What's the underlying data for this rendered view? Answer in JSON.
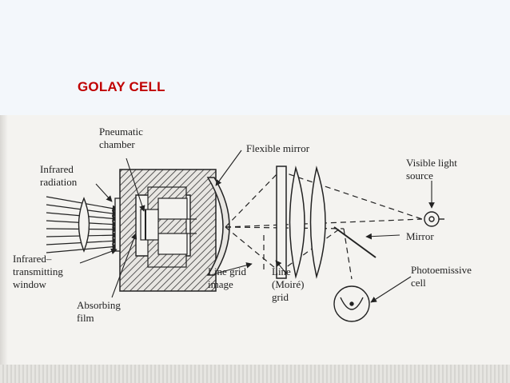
{
  "slide": {
    "title": "GOLAY CELL",
    "title_color": "#c00000"
  },
  "diagram": {
    "labels": {
      "pneumatic_chamber": [
        "Pneumatic",
        "chamber"
      ],
      "infrared_radiation": [
        "Infrared",
        "radiation"
      ],
      "flexible_mirror": "Flexible mirror",
      "visible_light_source": [
        "Visible light",
        "source"
      ],
      "mirror": "Mirror",
      "infrared_window": [
        "Infrared–",
        "transmitting",
        "window"
      ],
      "absorbing_film": [
        "Absorbing",
        "film"
      ],
      "line_grid_image": [
        "Line grid",
        "image"
      ],
      "line_moire_grid": [
        "Line",
        "(Moiré)",
        "grid"
      ],
      "photoemissive_cell": [
        "Photoemissive",
        "cell"
      ]
    },
    "ink_color": "#222222"
  }
}
